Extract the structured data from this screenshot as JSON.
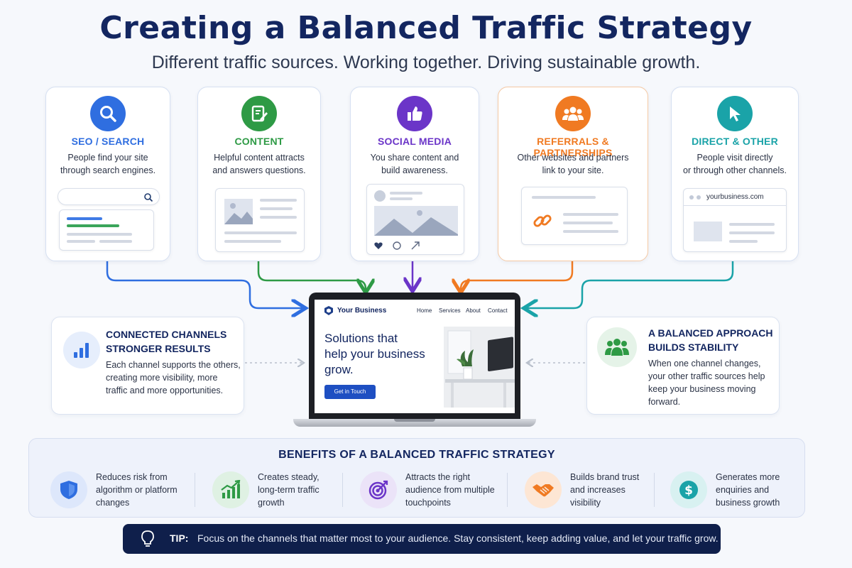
{
  "title": "Creating a Balanced Traffic Strategy",
  "subtitle": "Different traffic sources. Working together. Driving sustainable growth.",
  "sources": [
    {
      "title": "SEO / SEARCH",
      "desc_line1": "People find your site",
      "desc_line2": "through search engines.",
      "color": "#2f6ee0",
      "icon": "search-icon"
    },
    {
      "title": "CONTENT",
      "desc_line1": "Helpful content attracts",
      "desc_line2": "and answers questions.",
      "color": "#2e9a45",
      "icon": "document-edit-icon"
    },
    {
      "title": "SOCIAL MEDIA",
      "desc_line1": "You share content and",
      "desc_line2": "build awareness.",
      "color": "#6b35c8",
      "icon": "thumbs-up-icon"
    },
    {
      "title": "REFERRALS & PARTNERSHIPS",
      "desc_line1": "Other websites and partners",
      "desc_line2": "link to your site.",
      "color": "#f07a22",
      "icon": "group-icon"
    },
    {
      "title": "DIRECT & OTHER",
      "desc_line1": "People visit directly",
      "desc_line2": "or through other channels.",
      "color": "#1aa3a8",
      "icon": "cursor-icon"
    }
  ],
  "direct_url": "yourbusiness.com",
  "website": {
    "brand": "Your Business",
    "nav": [
      "Home",
      "Services",
      "About",
      "Contact"
    ],
    "headline_line1": "Solutions that",
    "headline_line2": "help your business",
    "headline_line3": "grow.",
    "cta": "Get in Touch"
  },
  "left_info": {
    "title_line1": "CONNECTED CHANNELS",
    "title_line2": "STRONGER RESULTS",
    "desc_line1": "Each channel supports the others,",
    "desc_line2": "creating more visibility, more",
    "desc_line3": "traffic and more opportunities."
  },
  "right_info": {
    "title_line1": "A BALANCED APPROACH",
    "title_line2": "BUILDS STABILITY",
    "desc_line1": "When one channel changes,",
    "desc_line2": "your other traffic sources help",
    "desc_line3": "keep your business moving",
    "desc_line4": "forward."
  },
  "benefits": {
    "title": "BENEFITS OF A BALANCED TRAFFIC STRATEGY",
    "items": [
      {
        "l1": "Reduces risk from",
        "l2": "algorithm or platform",
        "l3": "changes",
        "icon": "shield-icon",
        "color": "#2f6ee0"
      },
      {
        "l1": "Creates steady,",
        "l2": "long-term traffic",
        "l3": "growth",
        "icon": "growth-chart-icon",
        "color": "#2e9a45"
      },
      {
        "l1": "Attracts the right",
        "l2": "audience from multiple",
        "l3": "touchpoints",
        "icon": "target-icon",
        "color": "#6b35c8"
      },
      {
        "l1": "Builds brand trust",
        "l2": "and increases",
        "l3": "visibility",
        "icon": "handshake-icon",
        "color": "#f07a22"
      },
      {
        "l1": "Generates more",
        "l2": "enquiries and",
        "l3": "business growth",
        "icon": "dollar-icon",
        "color": "#1aa3a8"
      }
    ]
  },
  "tip": {
    "label": "TIP:",
    "text": "Focus on the channels that matter most to your audience. Stay consistent, keep adding value, and let your traffic grow."
  }
}
